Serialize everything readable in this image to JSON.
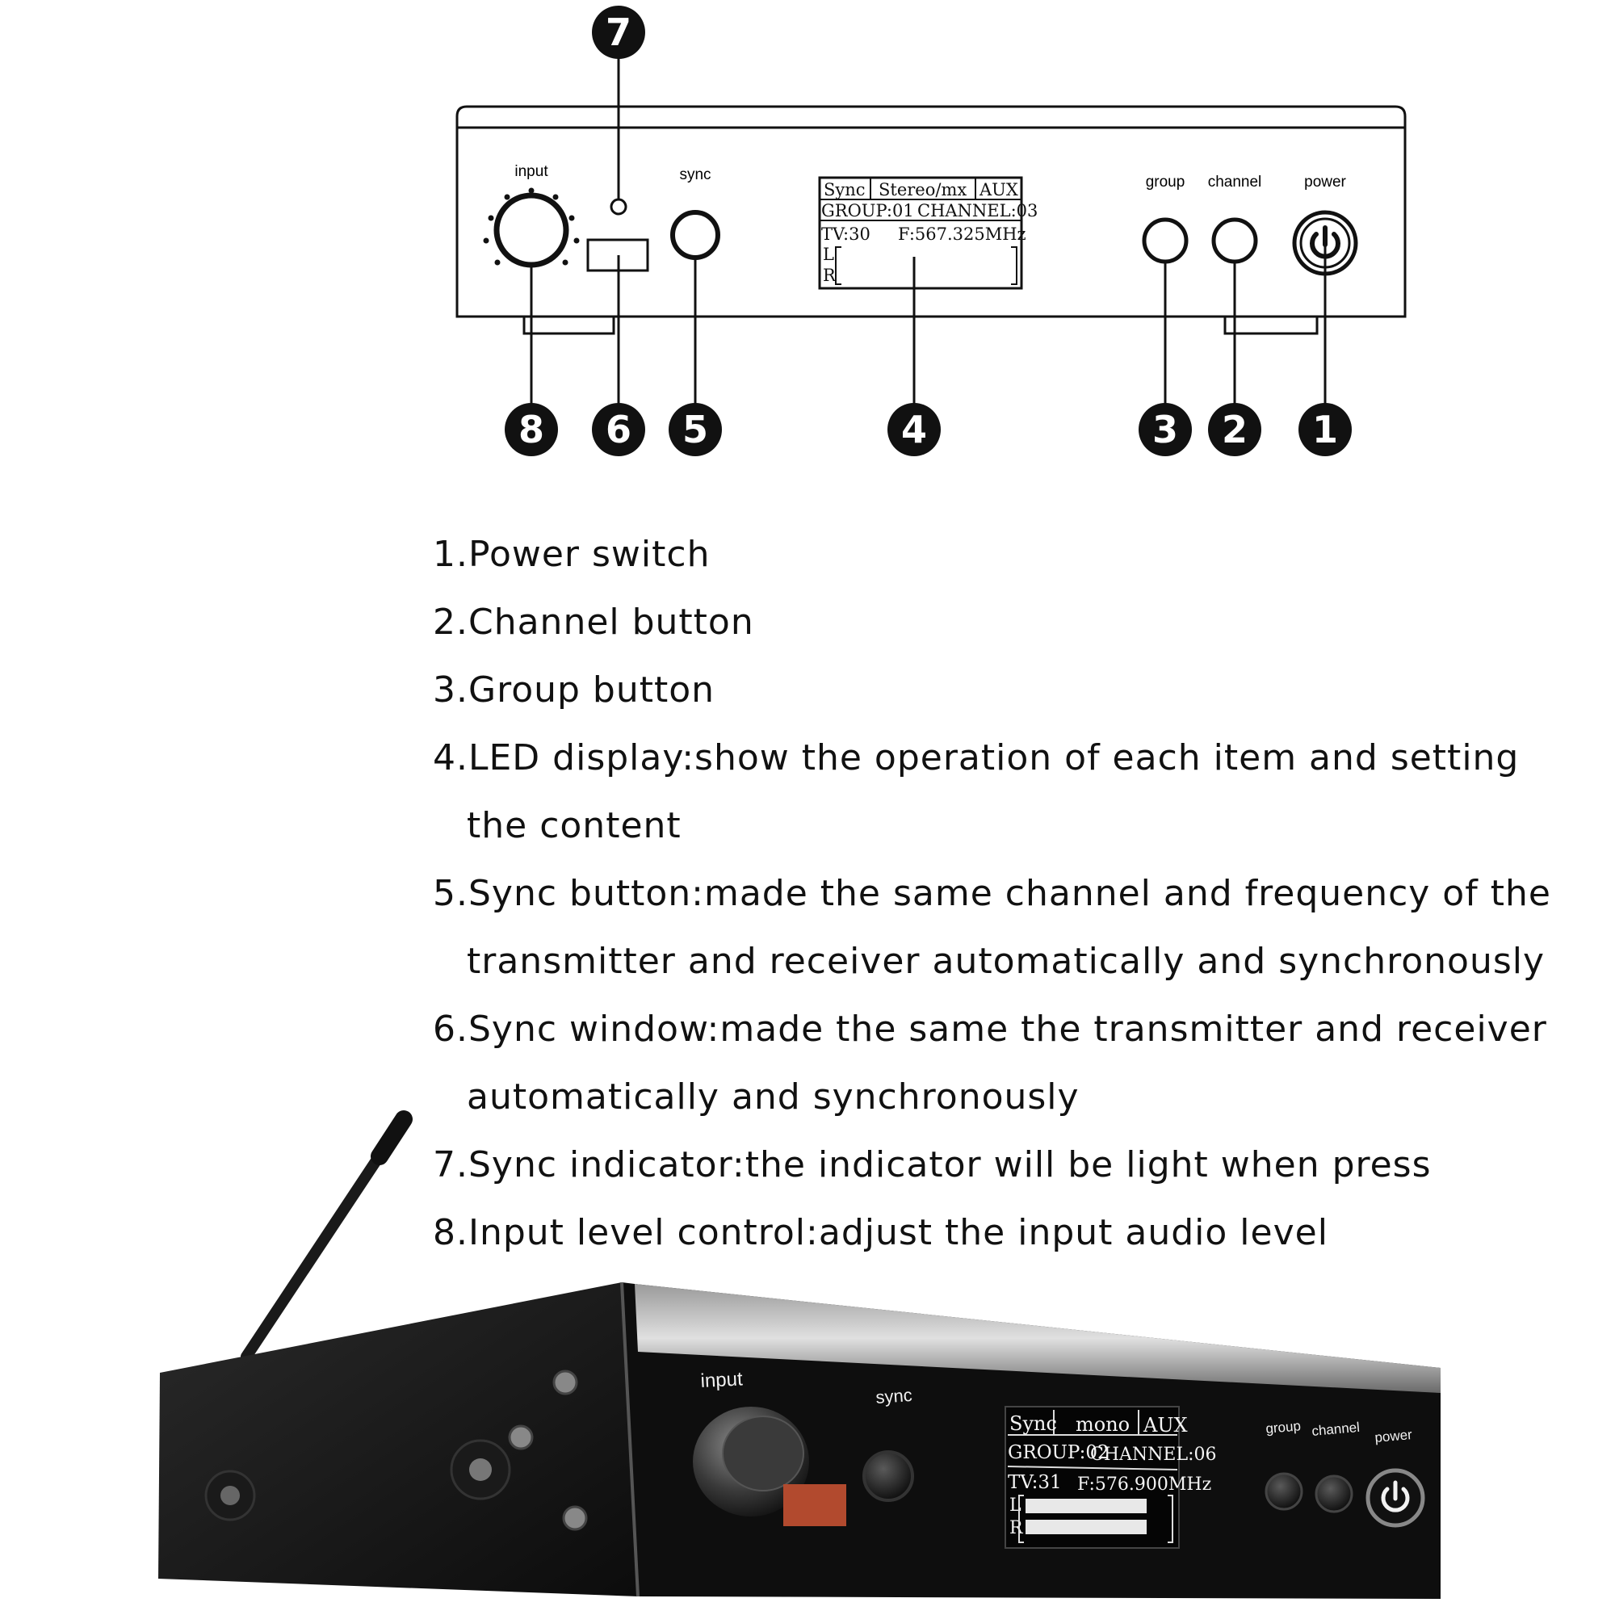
{
  "front_panel": {
    "labels": {
      "input": "input",
      "sync": "sync",
      "group": "group",
      "channel": "channel",
      "power": "power"
    },
    "display": {
      "row1": [
        "Sync",
        "Stereo/mx",
        "AUX"
      ],
      "row2": [
        "GROUP:01",
        "CHANNEL:03"
      ],
      "row3": [
        "TV:30",
        "F:567.325MHz"
      ],
      "row4": "L",
      "row5": "R"
    },
    "callouts": [
      "1",
      "2",
      "3",
      "4",
      "5",
      "6",
      "7",
      "8"
    ]
  },
  "legend": [
    "1.Power switch",
    "2.Channel button",
    "3.Group button",
    "4.LED display:show the operation of each item and setting the content",
    "5.Sync button:made the same channel and frequency of the transmitter and receiver automatically and synchronously",
    "6.Sync window:made the same the transmitter and receiver automatically and synchronously",
    "7.Sync indicator:the indicator will be light when press",
    "8.Input level control:adjust the input audio level"
  ],
  "photo": {
    "labels": {
      "input": "input",
      "sync": "sync",
      "group": "group",
      "channel": "channel",
      "power": "power"
    },
    "display": {
      "row1": [
        "Sync",
        "mono",
        "AUX"
      ],
      "row2": [
        "GROUP:02",
        "CHANNEL:06"
      ],
      "row3": [
        "TV:31",
        "F:576.900MHz"
      ],
      "row4": "L",
      "row5": "R"
    }
  }
}
